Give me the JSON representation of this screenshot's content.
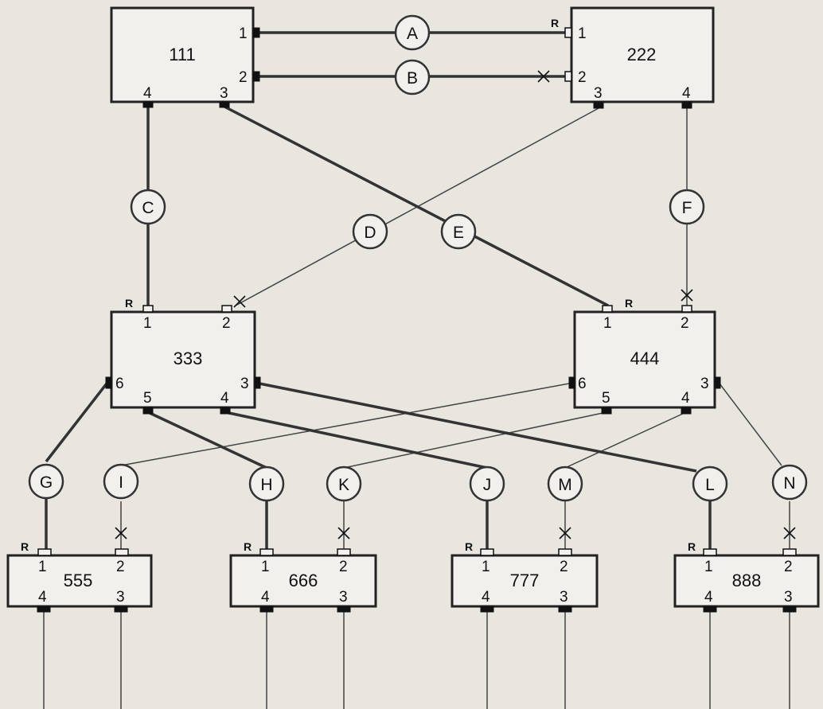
{
  "nodes": [
    {
      "id": "n111",
      "label": "111"
    },
    {
      "id": "n222",
      "label": "222"
    },
    {
      "id": "n333",
      "label": "333"
    },
    {
      "id": "n444",
      "label": "444"
    },
    {
      "id": "n555",
      "label": "555"
    },
    {
      "id": "n666",
      "label": "666"
    },
    {
      "id": "n777",
      "label": "777"
    },
    {
      "id": "n888",
      "label": "888"
    }
  ],
  "ports": {
    "n111": [
      "1",
      "2",
      "4",
      "3"
    ],
    "n222": [
      "1",
      "2",
      "3",
      "4"
    ],
    "n333": [
      "1",
      "2",
      "6",
      "3",
      "5",
      "4"
    ],
    "n444": [
      "1",
      "2",
      "6",
      "3",
      "5",
      "4"
    ],
    "n555": [
      "1",
      "2",
      "4",
      "3"
    ],
    "n666": [
      "1",
      "2",
      "4",
      "3"
    ],
    "n777": [
      "1",
      "2",
      "4",
      "3"
    ],
    "n888": [
      "1",
      "2",
      "4",
      "3"
    ]
  },
  "root_marker": "R",
  "connections": [
    {
      "label": "A",
      "from": "111:1",
      "to": "222:1",
      "style": "thick",
      "blocked": false
    },
    {
      "label": "B",
      "from": "111:2",
      "to": "222:2",
      "style": "thick",
      "blocked": true
    },
    {
      "label": "C",
      "from": "111:4",
      "to": "333:1",
      "style": "thick",
      "blocked": false
    },
    {
      "label": "D",
      "from": "222:3",
      "to": "333:2",
      "style": "thin",
      "blocked": true
    },
    {
      "label": "E",
      "from": "111:3",
      "to": "444:1",
      "style": "thick",
      "blocked": false
    },
    {
      "label": "F",
      "from": "222:4",
      "to": "444:2",
      "style": "thin",
      "blocked": true
    },
    {
      "label": "G",
      "from": "333:6",
      "to": "555:1",
      "style": "thick",
      "blocked": false
    },
    {
      "label": "I",
      "from": "444:6",
      "to": "555:2",
      "style": "thin",
      "blocked": true
    },
    {
      "label": "H",
      "from": "333:5",
      "to": "666:1",
      "style": "thick",
      "blocked": false
    },
    {
      "label": "K",
      "from": "444:5",
      "to": "666:2",
      "style": "thin",
      "blocked": true
    },
    {
      "label": "J",
      "from": "333:4",
      "to": "777:1",
      "style": "thick",
      "blocked": false
    },
    {
      "label": "M",
      "from": "444:4",
      "to": "777:2",
      "style": "thin",
      "blocked": true
    },
    {
      "label": "L",
      "from": "333:3",
      "to": "888:1",
      "style": "thick",
      "blocked": false
    },
    {
      "label": "N",
      "from": "444:3",
      "to": "888:2",
      "style": "thin",
      "blocked": true
    }
  ]
}
